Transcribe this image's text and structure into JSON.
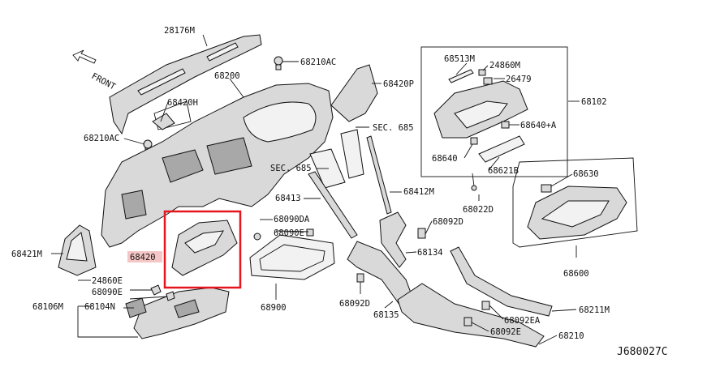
{
  "diagram_code": "J680027C",
  "direction_label": "FRONT",
  "highlight_color": "#e5161c",
  "highlight_label_bg": "#f6c6c6",
  "highlighted_part": "68420",
  "labels": {
    "p28176M": "28176M",
    "p68210AC_top": "68210AC",
    "p68200": "68200",
    "p68420H": "68420H",
    "p68210AC_left": "68210AC",
    "p68420P": "68420P",
    "sec685_a": "SEC. 685",
    "sec685_b": "SEC. 685",
    "p68413": "68413",
    "p68412M": "68412M",
    "p68421M": "68421M",
    "p68420": "68420",
    "p68090DA": "68090DA",
    "p68090E_mid": "68090E",
    "p68900": "68900",
    "p24860E": "24860E",
    "p68090E_left": "68090E",
    "p68106M": "68106M",
    "p68104N": "68104N",
    "p68092D_mid": "68092D",
    "p68135": "68135",
    "p68092D_right": "68092D",
    "p68134": "68134",
    "p68513M": "68513M",
    "p24860M": "24860M",
    "p26479": "26479",
    "p68102": "68102",
    "p68640A": "68640+A",
    "p68640": "68640",
    "p68621B": "68621B",
    "p68022D": "68022D",
    "p68630": "68630",
    "p68600": "68600",
    "p68211M": "68211M",
    "p68092EA": "68092EA",
    "p68092E": "68092E",
    "p68210": "68210"
  }
}
